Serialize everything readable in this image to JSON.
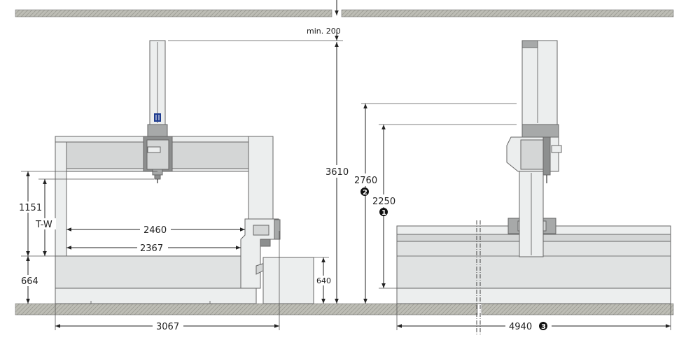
{
  "colors": {
    "floor": "#bdbdb5",
    "frame_light": "#eceeee",
    "frame_mid": "#d4d6d6",
    "frame_dark": "#a7a9a9",
    "carriage": "#8d8f8f",
    "logo": "#1d3b8f",
    "line": "#222222"
  },
  "labels": {
    "ceiling_clearance": "min. 200",
    "total_height": "3610",
    "table_height": "664",
    "workpiece_height": "1151",
    "tw_label": "T-W",
    "width_inner_upper": "2460",
    "width_inner_lower": "2367",
    "controller_height": "640",
    "overall_width": "3067",
    "height_option_2": "2760",
    "height_option_1": "2250",
    "overall_length": "4940"
  },
  "markers": {
    "marker_1": "1",
    "marker_2": "2",
    "marker_3": "3"
  },
  "icons": {
    "logo": "zeiss-logo-icon",
    "arrow": "dimension-arrow-icon"
  }
}
